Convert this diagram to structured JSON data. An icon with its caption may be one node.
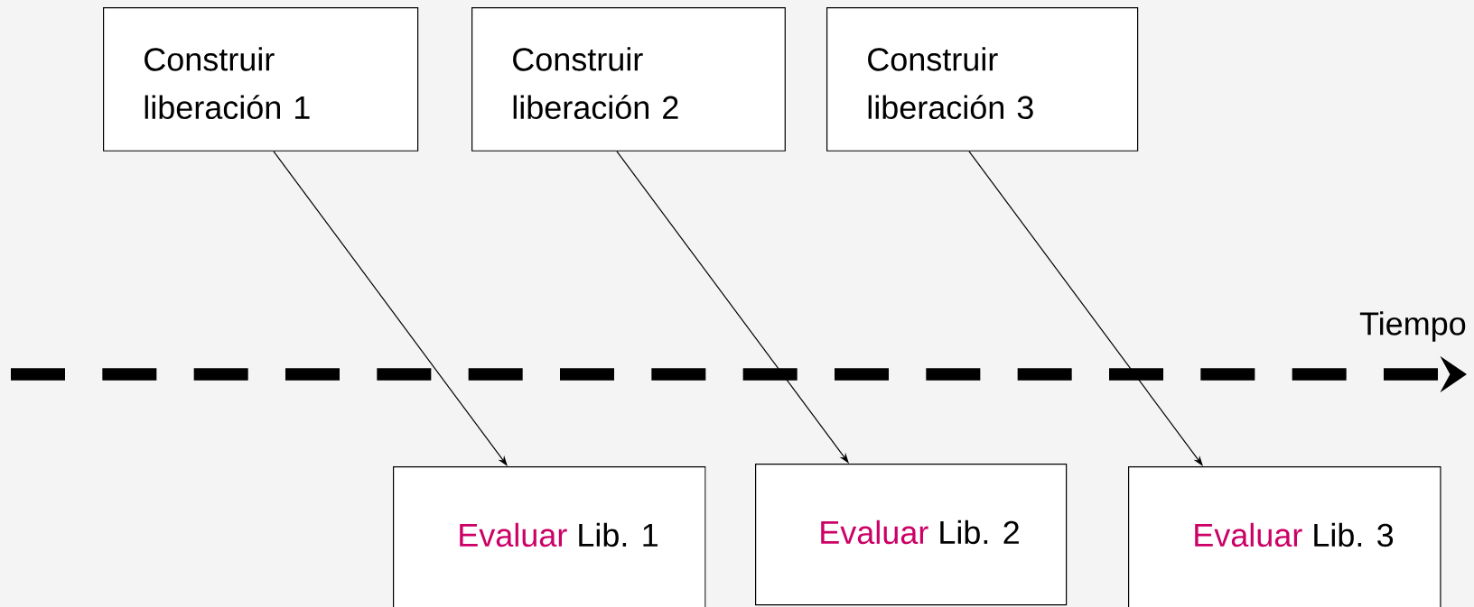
{
  "diagram": {
    "nodes": [
      {
        "text": [
          "Construir liberación 1"
        ]
      },
      {
        "text": [
          "Construir liberación 2"
        ]
      },
      {
        "text": [
          "Construir liberación 3"
        ]
      },
      {
        "text": [
          "Evaluar",
          "Lib. 1"
        ]
      },
      {
        "text": [
          "Evaluar",
          "Lib. 2"
        ]
      },
      {
        "text": [
          "Evaluar",
          "Lib. 3"
        ]
      }
    ],
    "edges": [
      {
        "from": 0,
        "to": 3,
        "arrow": "to"
      },
      {
        "from": 1,
        "to": 4,
        "arrow": "to"
      },
      {
        "from": 2,
        "to": 5,
        "arrow": "to"
      }
    ],
    "labels": [
      "Tiempo"
    ]
  }
}
